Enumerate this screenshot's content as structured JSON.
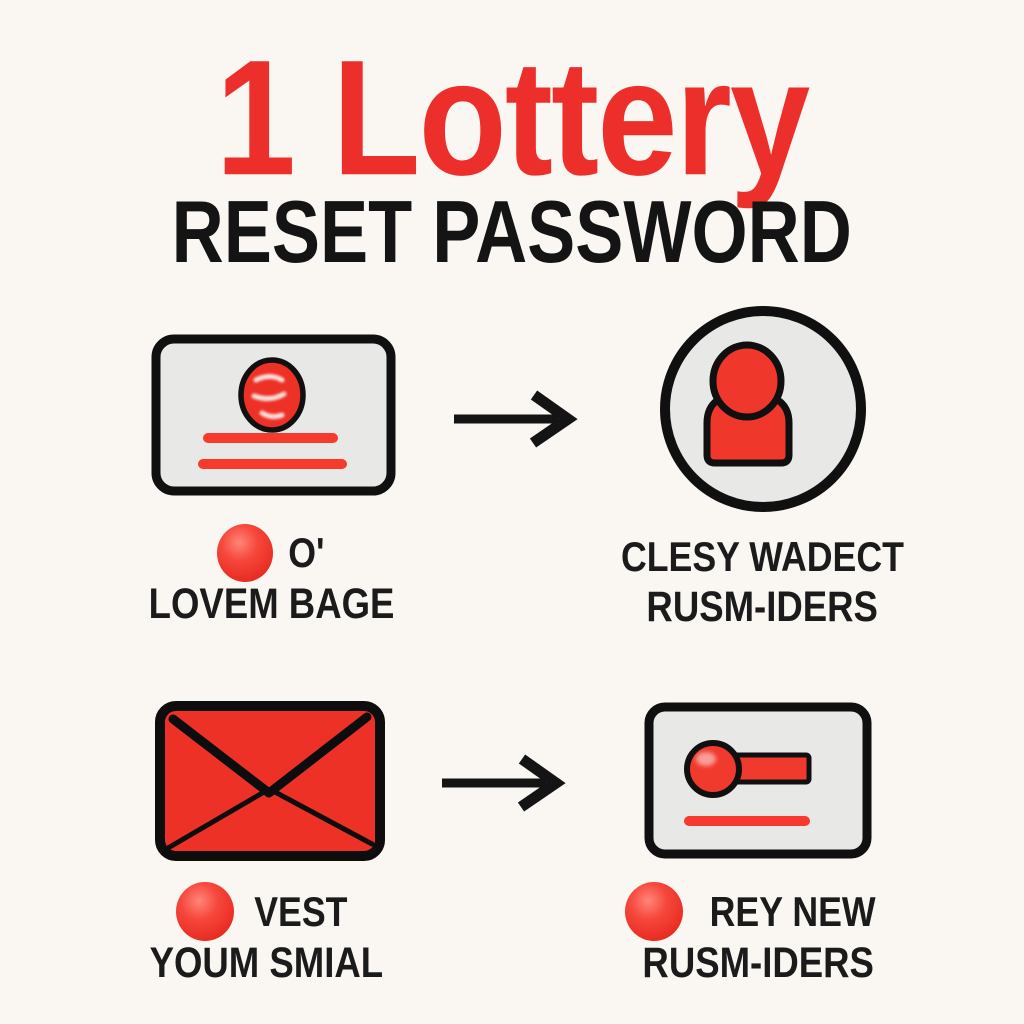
{
  "title": "1 Lottery",
  "subtitle": "RESET PASSWORD",
  "colors": {
    "background": "#faf6f1",
    "accent_red": "#ed2f2c",
    "bright_red": "#f63b2e",
    "ink_black": "#141414",
    "panel_gray": "#e8e9e6"
  },
  "icons": {
    "step1": "profile-card-icon",
    "step2": "user-avatar-icon",
    "step3": "envelope-icon",
    "step4": "key-card-icon",
    "connector": "arrow-right-icon",
    "bullet": "red-dot-bullet"
  },
  "captions": {
    "step1": {
      "line1": "O'",
      "line2": "LOVEM BAGE"
    },
    "step2": {
      "line1": "CLESY WADECT",
      "line2": "RUSM-IDERS"
    },
    "step3": {
      "line1": "VEST",
      "line2": "YOUM SMIAL"
    },
    "step4": {
      "line1": "REY NEW",
      "line2": "RUSM-IDERS"
    }
  }
}
